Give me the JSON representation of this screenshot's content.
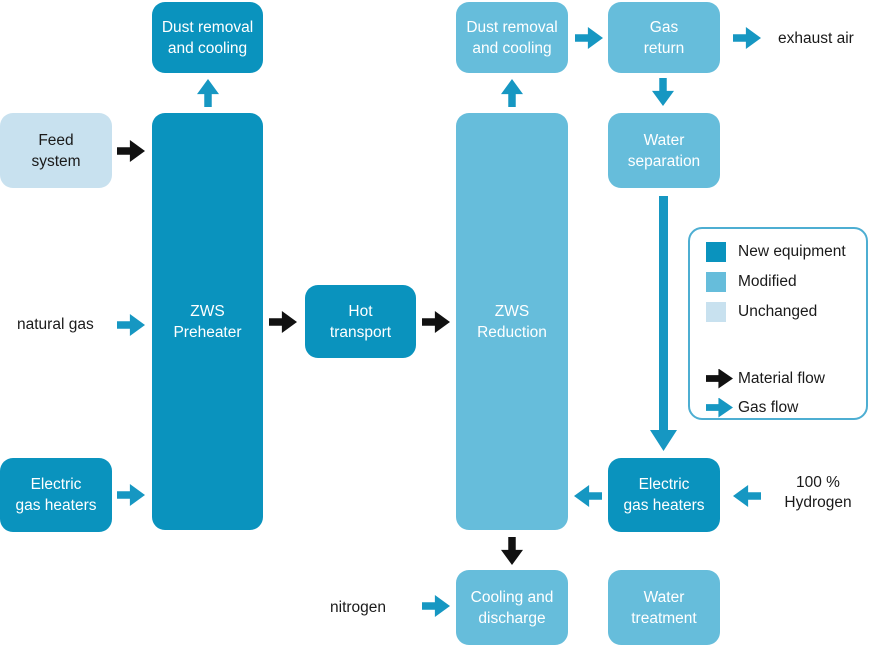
{
  "colors": {
    "new_equipment": "#0A93BE",
    "modified": "#66BDDB",
    "unchanged": "#C8E1EF",
    "gas_flow": "#1697C2",
    "material_flow": "#111111",
    "legend_border": "#4DAED2"
  },
  "boxes": [
    {
      "id": "dust-removal-left",
      "label": "Dust removal\nand cooling",
      "type": "new"
    },
    {
      "id": "feed-system",
      "label": "Feed\nsystem",
      "type": "unchanged"
    },
    {
      "id": "zws-preheater",
      "label": "ZWS\nPreheater",
      "type": "new"
    },
    {
      "id": "electric-gas-heaters-left",
      "label": "Electric\ngas heaters",
      "type": "new"
    },
    {
      "id": "hot-transport",
      "label": "Hot\ntransport",
      "type": "new"
    },
    {
      "id": "dust-removal-center",
      "label": "Dust removal\nand cooling",
      "type": "modified"
    },
    {
      "id": "zws-reduction",
      "label": "ZWS\nReduction",
      "type": "modified"
    },
    {
      "id": "gas-return",
      "label": "Gas\nreturn",
      "type": "modified"
    },
    {
      "id": "water-separation",
      "label": "Water\nseparation",
      "type": "modified"
    },
    {
      "id": "electric-gas-heaters-right",
      "label": "Electric\ngas heaters",
      "type": "new"
    },
    {
      "id": "cooling-discharge",
      "label": "Cooling and\ndischarge",
      "type": "modified"
    },
    {
      "id": "water-treatment",
      "label": "Water\ntreatment",
      "type": "modified"
    }
  ],
  "labels": {
    "natural_gas": "natural gas",
    "exhaust_air": "exhaust air",
    "hydrogen": "100 %\nHydrogen",
    "nitrogen": "nitrogen"
  },
  "legend": {
    "equipment": [
      {
        "label": "New equipment"
      },
      {
        "label": "Modified"
      },
      {
        "label": "Unchanged"
      }
    ],
    "flows": [
      {
        "label": "Material flow"
      },
      {
        "label": "Gas flow"
      }
    ]
  }
}
